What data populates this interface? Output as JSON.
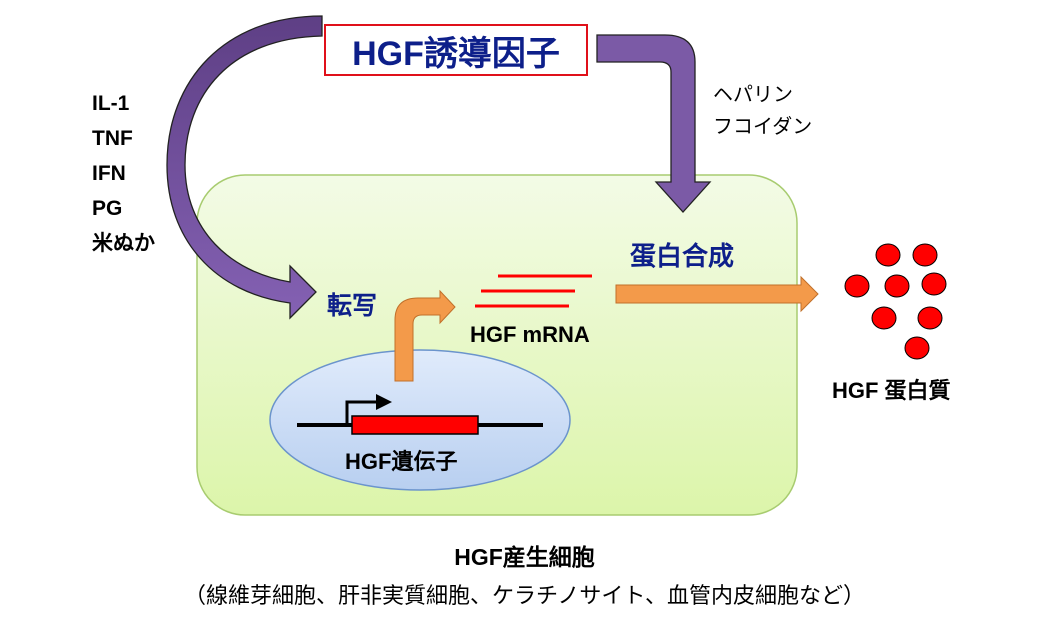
{
  "inducer": {
    "label": "HGF誘導因子",
    "border_color": "#e0101a",
    "text_color": "#0d1f8a"
  },
  "left_factors": [
    "IL-1",
    "TNF",
    "IFN",
    "PG",
    "米ぬか"
  ],
  "right_factors": [
    "ヘパリン",
    "フコイダン"
  ],
  "cell": {
    "transcription_label": "転写",
    "protein_synthesis_label": "蛋白合成",
    "mrna_label": "HGF mRNA",
    "gene_label": "HGF遺伝子",
    "fill_color": "#e6f7c8",
    "nucleus_color": "#c8daf5"
  },
  "protein": {
    "label": "HGF 蛋白質",
    "dot_color": "#ff0000",
    "dot_count": 8
  },
  "caption": {
    "title": "HGF産生細胞",
    "subtitle": "（線維芽細胞、肝非実質細胞、ケラチノサイト、血管内皮細胞など）"
  },
  "colors": {
    "purple_arrow": "#7b5aa6",
    "orange_arrow": "#f39a4a",
    "mrna_line": "#ff0000"
  }
}
